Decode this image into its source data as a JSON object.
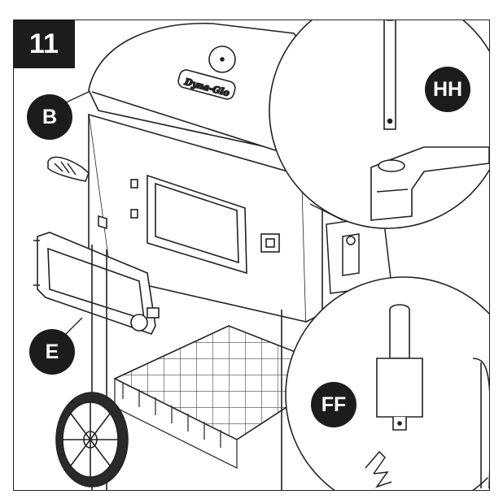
{
  "step": {
    "number": "11"
  },
  "brand": {
    "logo_text": "Dyna-Glo"
  },
  "callouts": {
    "b": "B",
    "e": "E",
    "hh": "HH",
    "ff": "FF"
  },
  "icons": [
    "grill-lid-icon",
    "door-icon",
    "wheel-icon",
    "hinge-pin-icon",
    "cotter-pin-icon"
  ]
}
